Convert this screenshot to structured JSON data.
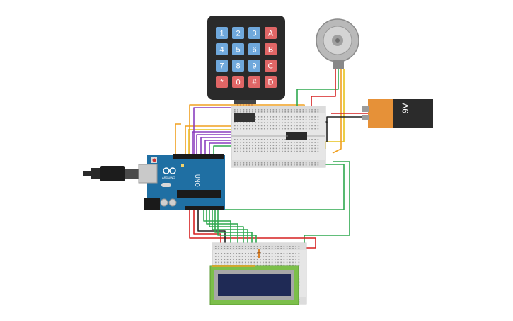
{
  "keypad": {
    "rows": [
      [
        "1",
        "2",
        "3",
        "A"
      ],
      [
        "4",
        "5",
        "6",
        "B"
      ],
      [
        "7",
        "8",
        "9",
        "C"
      ],
      [
        "*",
        "0",
        "#",
        "D"
      ]
    ]
  },
  "battery": {
    "label": "9V"
  },
  "arduino": {
    "model": "UNO",
    "brand": "ARDUINO"
  },
  "colors": {
    "background": "#ffffff",
    "keypad_body": "#2a2a2a",
    "key_blue": "#6fa8dc",
    "key_red": "#e06666",
    "arduino_blue": "#1f6fa3",
    "breadboard": "#e6e6e6",
    "lcd_green": "#7cbf4a",
    "lcd_screen": "#1f2a55",
    "wire_green": "#2fa84f",
    "wire_orange": "#f0a020",
    "wire_purple": "#8a3fbf",
    "wire_red": "#d62020",
    "wire_yellow": "#e6c21a",
    "wire_black": "#222222"
  }
}
